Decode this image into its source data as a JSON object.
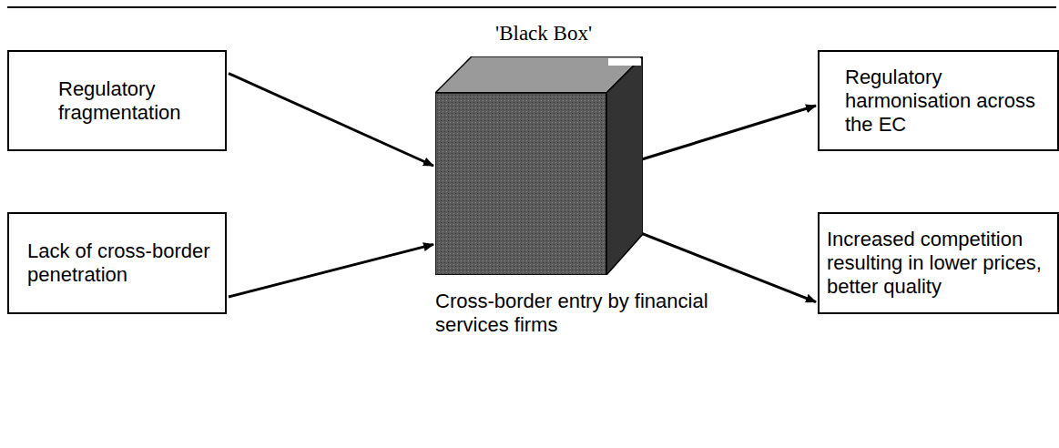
{
  "diagram": {
    "nodes": [
      {
        "text": [
          "Regulatory fragmentation"
        ]
      },
      {
        "text": [
          "Lack of cross-border penetration"
        ]
      },
      {
        "text": [
          "'Black Box'",
          "Cross-border entry by financial services firms"
        ]
      },
      {
        "text": [
          "Regulatory harmonisation across the EC"
        ]
      },
      {
        "text": [
          "Increased competition resulting in lower prices, better quality"
        ]
      }
    ],
    "edges": [
      {
        "from": 0,
        "to": 2,
        "arrow": "to"
      },
      {
        "from": 1,
        "to": 2,
        "arrow": "to"
      },
      {
        "from": 2,
        "to": 3,
        "arrow": "to"
      },
      {
        "from": 2,
        "to": 4,
        "arrow": "to"
      }
    ]
  }
}
